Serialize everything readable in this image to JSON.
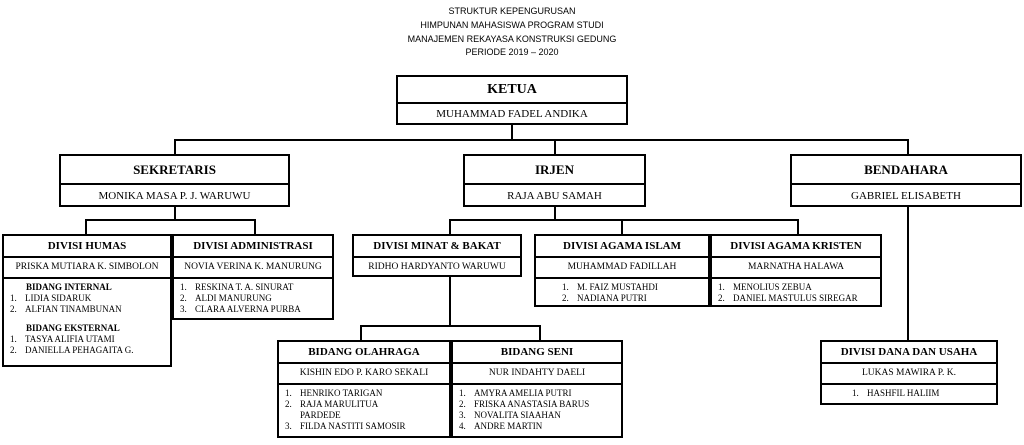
{
  "header": {
    "line1": "STRUKTUR KEPENGURUSAN",
    "line2": "HIMPUNAN MAHASISWA PROGRAM STUDI",
    "line3": "MANAJEMEN REKAYASA KONSTRUKSI GEDUNG",
    "line4": "PERIODE 2019 – 2020"
  },
  "ketua": {
    "title": "KETUA",
    "name": "MUHAMMAD FADEL ANDIKA"
  },
  "sekretaris": {
    "title": "SEKRETARIS",
    "name": "MONIKA MASA P. J. WARUWU"
  },
  "irjen": {
    "title": "IRJEN",
    "name": "RAJA ABU SAMAH"
  },
  "bendahara": {
    "title": "BENDAHARA",
    "name": "GABRIEL ELISABETH"
  },
  "humas": {
    "title": "DIVISI HUMAS",
    "name": "PRISKA MUTIARA K. SIMBOLON",
    "internal_title": "BIDANG INTERNAL",
    "internal": [
      "LIDIA SIDARUK",
      "ALFIAN TINAMBUNAN"
    ],
    "eksternal_title": "BIDANG EKSTERNAL",
    "eksternal": [
      "TASYA ALIFIA UTAMI",
      "DANIELLA PEHAGAITA G."
    ]
  },
  "administrasi": {
    "title": "DIVISI ADMINISTRASI",
    "name": "NOVIA VERINA K. MANURUNG",
    "members": [
      "RESKINA T. A. SINURAT",
      "ALDI MANURUNG",
      "CLARA ALVERNA PURBA"
    ]
  },
  "minat": {
    "title": "DIVISI MINAT & BAKAT",
    "name": "RIDHO HARDYANTO WARUWU"
  },
  "islam": {
    "title": "DIVISI AGAMA ISLAM",
    "name": "MUHAMMAD FADILLAH",
    "members": [
      "M. FAIZ MUSTAHDI",
      "NADIANA PUTRI"
    ]
  },
  "kristen": {
    "title": "DIVISI AGAMA KRISTEN",
    "name": "MARNATHA HALAWA",
    "members": [
      "MENOLIUS ZEBUA",
      "DANIEL MASTULUS SIREGAR"
    ]
  },
  "olahraga": {
    "title": "BIDANG OLAHRAGA",
    "name": "KISHIN EDO P. KARO SEKALI",
    "members": [
      "HENRIKO TARIGAN",
      "RAJA MARULITUA PARDEDE",
      "FILDA NASTITI SAMOSIR"
    ]
  },
  "seni": {
    "title": "BIDANG SENI",
    "name": "NUR INDAHTY DAELI",
    "members": [
      "AMYRA AMELIA PUTRI",
      "FRISKA ANASTASIA BARUS",
      "NOVALITA SIAAHAN",
      "ANDRE MARTIN"
    ]
  },
  "dana": {
    "title": "DIVISI DANA DAN USAHA",
    "name": "LUKAS MAWIRA P. K.",
    "members": [
      "HASHFIL HALIIM"
    ]
  }
}
